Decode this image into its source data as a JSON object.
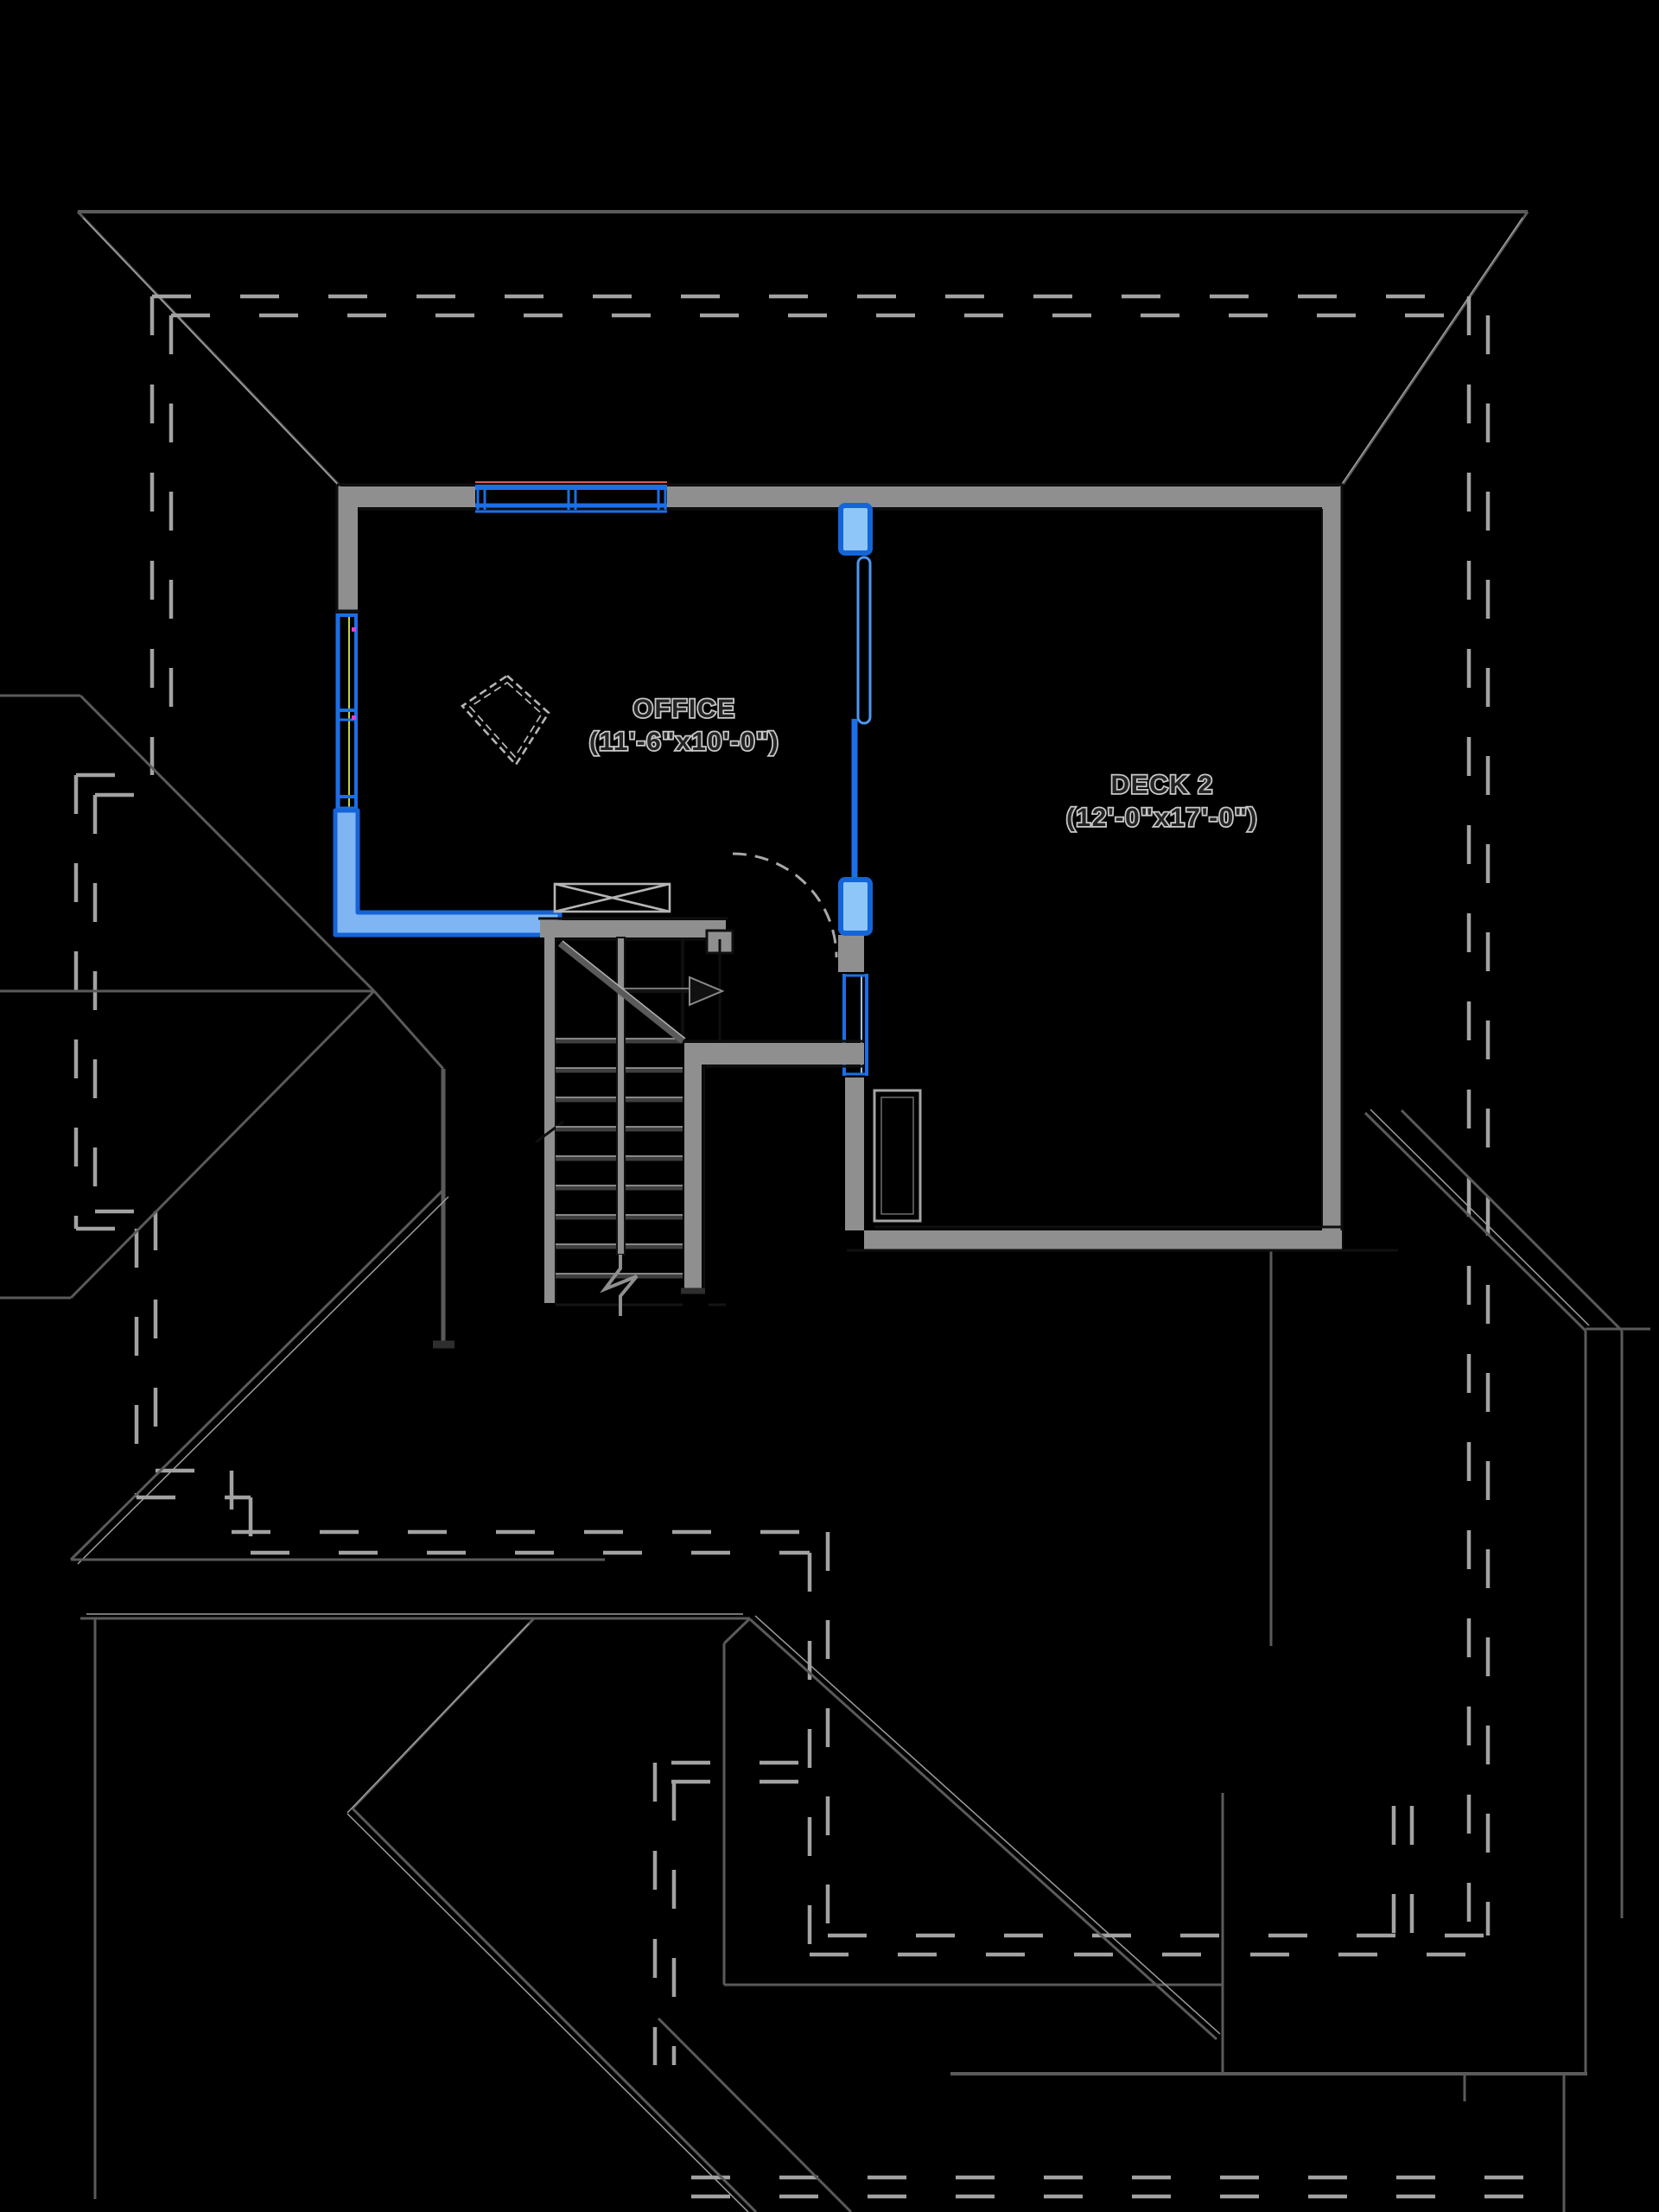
{
  "floor_plan": {
    "canvas_background": "#000000",
    "rooms": [
      {
        "label": "OFFICE",
        "dimensions": "(11'-6\"x10'-0\")"
      },
      {
        "label": "DECK 2",
        "dimensions": "(12'-0\"x17'-0\")"
      }
    ],
    "colors": {
      "selection_blue": "#1b6fe8",
      "selection_fill": "#8ec6fa",
      "wall_gray": "#8f8f8f",
      "roof_line_gray": "#5a5a5a",
      "overhang_dash_gray": "#a2a2a2",
      "label_text": "#232323",
      "label_halo": "#c9c9c9",
      "accent_red": "#d95b5b",
      "accent_yellow": "#c6d23f",
      "accent_magenta": "#e23ed2"
    }
  }
}
